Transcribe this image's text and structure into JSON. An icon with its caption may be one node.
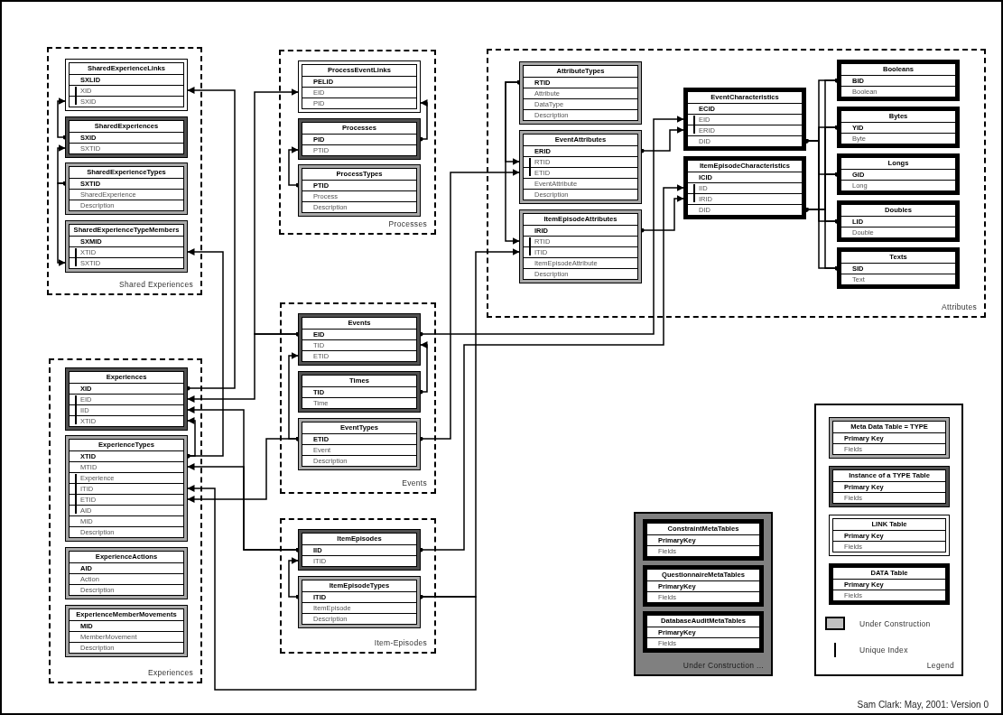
{
  "diagram": {
    "nodes": [
      {
        "text": [
          "Shared Experiences"
        ]
      },
      {
        "text": [
          "SharedExperienceLinks",
          "SXLID",
          "XID",
          "SXID"
        ],
        "in": 0
      },
      {
        "text": [
          "SharedExperiences",
          "SXID",
          "SXTID"
        ],
        "in": 0
      },
      {
        "text": [
          "SharedExperienceTypes",
          "SXTID",
          "SharedExperience",
          "Description"
        ],
        "in": 0
      },
      {
        "text": [
          "SharedExperienceTypeMembers",
          "SXMID",
          "XTID",
          "SXTID"
        ],
        "in": 0
      },
      {
        "text": [
          "Processes"
        ]
      },
      {
        "text": [
          "ProcessEventLinks",
          "PELID",
          "EID",
          "PID"
        ],
        "in": 5
      },
      {
        "text": [
          "Processes",
          "PID",
          "PTID"
        ],
        "in": 5
      },
      {
        "text": [
          "ProcessTypes",
          "PTID",
          "Process",
          "Description"
        ],
        "in": 5
      },
      {
        "text": [
          "Attributes"
        ]
      },
      {
        "text": [
          "AttributeTypes",
          "RTID",
          "Attribute",
          "DataType",
          "Description"
        ],
        "in": 9
      },
      {
        "text": [
          "EventAttributes",
          "ERID",
          "RTID",
          "ETID",
          "EventAttribute",
          "Description"
        ],
        "in": 9
      },
      {
        "text": [
          "ItemEpisodeAttributes",
          "IRID",
          "RTID",
          "ITID",
          "ItemEpisodeAttribute",
          "Description"
        ],
        "in": 9
      },
      {
        "text": [
          "EventCharacteristics",
          "ECID",
          "EID",
          "ERID",
          "DID"
        ],
        "in": 9
      },
      {
        "text": [
          "ItemEpisodeCharacteristics",
          "ICID",
          "IID",
          "IRID",
          "DID"
        ],
        "in": 9
      },
      {
        "text": [
          "Booleans",
          "BID",
          "Boolean"
        ],
        "in": 9
      },
      {
        "text": [
          "Bytes",
          "YID",
          "Byte"
        ],
        "in": 9
      },
      {
        "text": [
          "Longs",
          "GID",
          "Long"
        ],
        "in": 9
      },
      {
        "text": [
          "Doubles",
          "LID",
          "Double"
        ],
        "in": 9
      },
      {
        "text": [
          "Texts",
          "SID",
          "Text"
        ],
        "in": 9
      },
      {
        "text": [
          "Events"
        ]
      },
      {
        "text": [
          "Events",
          "EID",
          "TID",
          "ETID"
        ],
        "in": 20
      },
      {
        "text": [
          "Times",
          "TID",
          "Time"
        ],
        "in": 20
      },
      {
        "text": [
          "EventTypes",
          "ETID",
          "Event",
          "Description"
        ],
        "in": 20
      },
      {
        "text": [
          "Item-Episodes"
        ]
      },
      {
        "text": [
          "ItemEpisodes",
          "IID",
          "ITID"
        ],
        "in": 24
      },
      {
        "text": [
          "ItemEpisodeTypes",
          "ITID",
          "ItemEpisode",
          "Description"
        ],
        "in": 24
      },
      {
        "text": [
          "Experiences"
        ]
      },
      {
        "text": [
          "Experiences",
          "XID",
          "EID",
          "IID",
          "XTID"
        ],
        "in": 27
      },
      {
        "text": [
          "ExperienceTypes",
          "XTID",
          "MTID",
          "Experience",
          "ITID",
          "ETID",
          "AID",
          "MID",
          "Description"
        ],
        "in": 27
      },
      {
        "text": [
          "ExperienceActions",
          "AID",
          "Action",
          "Description"
        ],
        "in": 27
      },
      {
        "text": [
          "ExperienceMemberMovements",
          "MID",
          "MemberMovement",
          "Description"
        ],
        "in": 27
      },
      {
        "text": [
          "Under Construction ..."
        ]
      },
      {
        "text": [
          "ConstraintMetaTables",
          "PrimaryKey",
          "Fields"
        ],
        "in": 32
      },
      {
        "text": [
          "QuestionnaireMetaTables",
          "PrimaryKey",
          "Fields"
        ],
        "in": 32
      },
      {
        "text": [
          "DatabaseAuditMetaTables",
          "PrimaryKey",
          "Fields"
        ],
        "in": 32
      },
      {
        "text": [
          "Legend"
        ]
      },
      {
        "text": [
          "Meta Data Table = TYPE",
          "Primary Key",
          "Fields"
        ],
        "in": 36
      },
      {
        "text": [
          "Instance of a TYPE Table",
          "Primary Key",
          "Fields"
        ],
        "in": 36
      },
      {
        "text": [
          "LINK Table",
          "Primary Key",
          "Fields"
        ],
        "in": 36
      },
      {
        "text": [
          "DATA Table",
          "Primary Key",
          "Fields"
        ],
        "in": 36
      }
    ],
    "edges": [
      {
        "from": 2,
        "to": 1,
        "arrow": "to"
      },
      {
        "from": 3,
        "to": 2,
        "arrow": "to"
      },
      {
        "from": 3,
        "to": 4,
        "arrow": "to"
      },
      {
        "from": 28,
        "to": 1,
        "arrow": "to"
      },
      {
        "from": 29,
        "to": 4,
        "arrow": "to"
      },
      {
        "from": 29,
        "to": 28,
        "arrow": "to"
      },
      {
        "from": 21,
        "to": 6,
        "arrow": "to"
      },
      {
        "from": 21,
        "to": 28,
        "arrow": "to"
      },
      {
        "from": 25,
        "to": 28,
        "arrow": "to"
      },
      {
        "from": 25,
        "to": 29,
        "arrow": "to"
      },
      {
        "from": 7,
        "to": 6,
        "arrow": "to"
      },
      {
        "from": 8,
        "to": 7,
        "arrow": "to"
      },
      {
        "from": 22,
        "to": 21,
        "arrow": "to"
      },
      {
        "from": 23,
        "to": 21,
        "arrow": "to"
      },
      {
        "from": 23,
        "to": 29,
        "arrow": "to"
      },
      {
        "from": 23,
        "to": 11,
        "arrow": "to"
      },
      {
        "from": 26,
        "to": 25,
        "arrow": "to"
      },
      {
        "from": 26,
        "to": 12,
        "arrow": "to"
      },
      {
        "from": 26,
        "to": 29,
        "arrow": "to"
      },
      {
        "from": 10,
        "to": 11,
        "arrow": "to"
      },
      {
        "from": 10,
        "to": 12,
        "arrow": "to"
      },
      {
        "from": 11,
        "to": 13,
        "arrow": "to"
      },
      {
        "from": 12,
        "to": 14,
        "arrow": "to"
      },
      {
        "from": 21,
        "to": 13,
        "arrow": "to"
      },
      {
        "from": 25,
        "to": 14,
        "arrow": "to"
      },
      {
        "from": 13,
        "to": 15,
        "arrow": "other"
      },
      {
        "from": 13,
        "to": 16,
        "arrow": "other"
      },
      {
        "from": 13,
        "to": 17,
        "arrow": "other"
      },
      {
        "from": 13,
        "to": 18,
        "arrow": "other"
      },
      {
        "from": 13,
        "to": 19,
        "arrow": "other"
      },
      {
        "from": 14,
        "to": 15,
        "arrow": "other"
      },
      {
        "from": 14,
        "to": 16,
        "arrow": "other"
      },
      {
        "from": 14,
        "to": 17,
        "arrow": "other"
      },
      {
        "from": 14,
        "to": 18,
        "arrow": "other"
      },
      {
        "from": 14,
        "to": 19,
        "arrow": "other"
      }
    ],
    "labels": [
      "Sam Clark: May, 2001: Version 0"
    ],
    "legend": [
      {
        "text": "Under Construction",
        "color": "#c0c0c0"
      },
      {
        "text": "Unique Index"
      }
    ]
  }
}
